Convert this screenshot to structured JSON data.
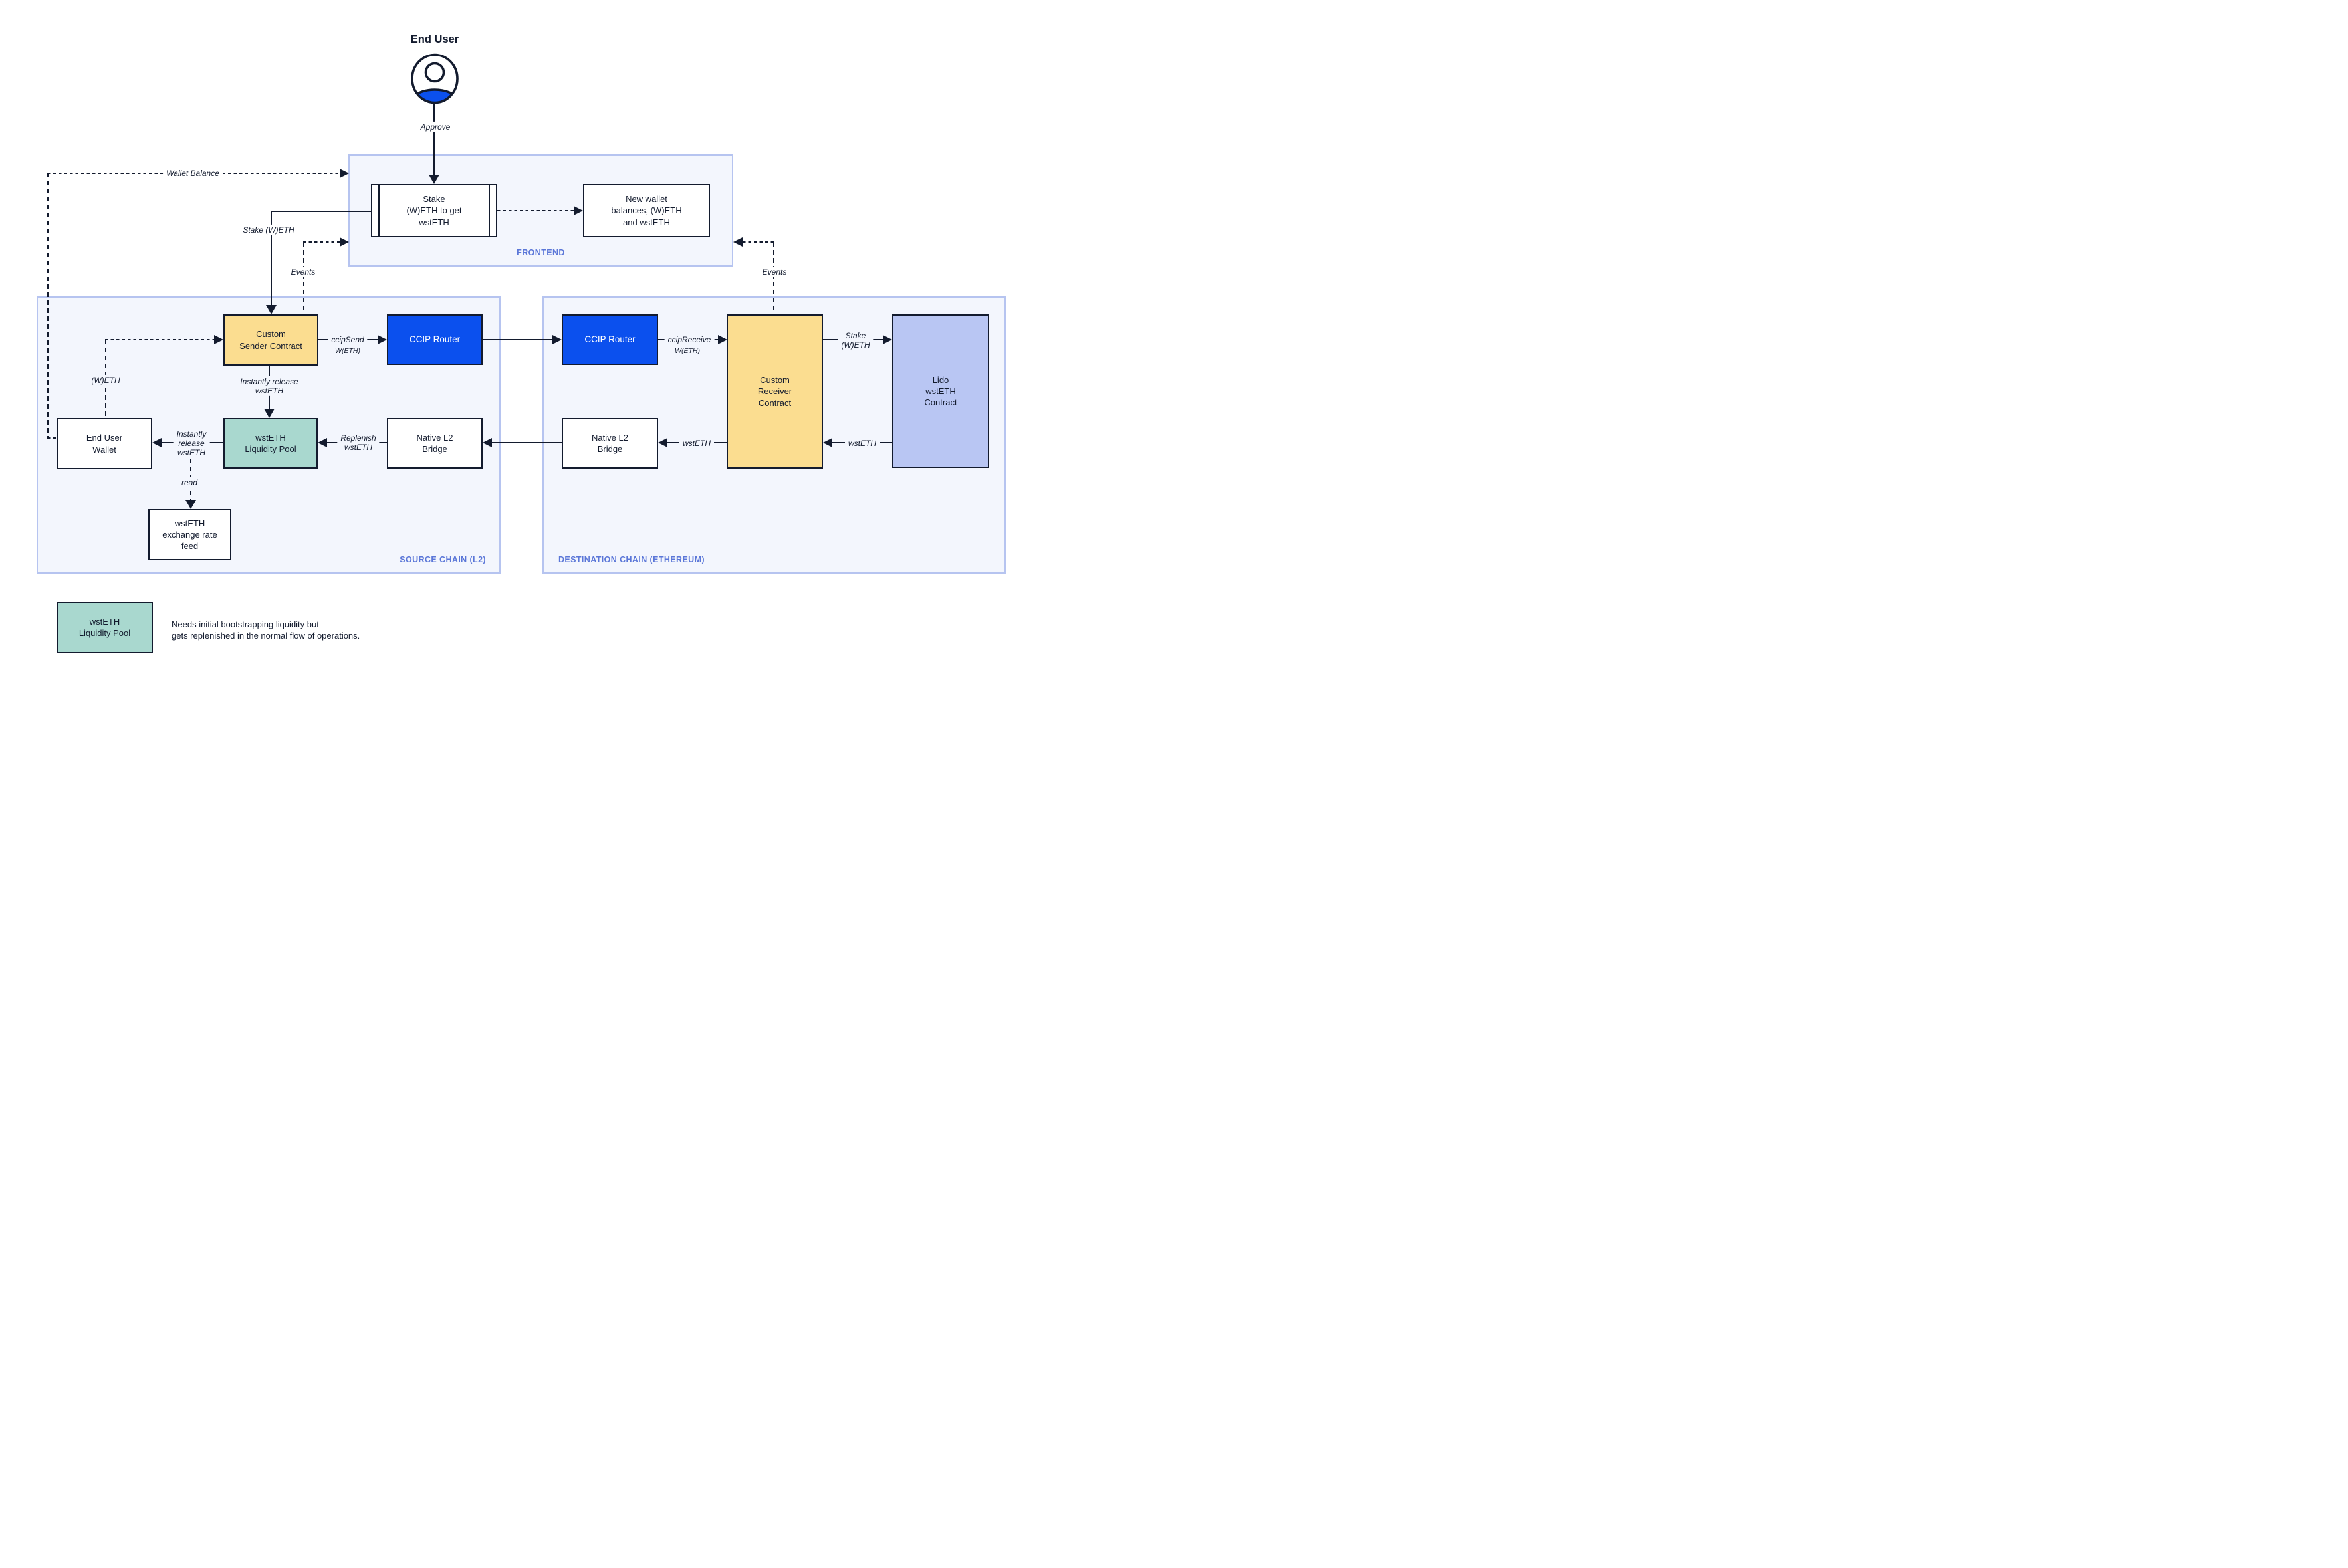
{
  "end_user": {
    "title": "End User",
    "approve": "Approve"
  },
  "containers": {
    "frontend": "FRONTEND",
    "source": "SOURCE CHAIN (L2)",
    "destination": "DESTINATION CHAIN (ETHEREUM)"
  },
  "nodes": {
    "stake": "Stake\n(W)ETH to get\nwstETH",
    "new_wallet": "New wallet\nbalances, (W)ETH\nand wstETH",
    "sender": "Custom\nSender Contract",
    "ccip_router_source": "CCIP Router",
    "ccip_router_dest": "CCIP Router",
    "receiver": "Custom\nReceiver\nContract",
    "lido": "Lido\nwstETH\nContract",
    "wallet": "End User\nWallet",
    "pool": "wstETH\nLiquidity Pool",
    "bridge_source": "Native L2\nBridge",
    "bridge_dest": "Native L2\nBridge",
    "feed": "wstETH\nexchange rate\nfeed"
  },
  "edges": {
    "wallet_balance": "Wallet Balance",
    "stake_weth": "Stake (W)ETH",
    "events_source": "Events",
    "events_dest": "Events",
    "ccip_send": "ccipSend",
    "ccip_send_token": "W(ETH)",
    "ccip_receive": "ccipReceive",
    "ccip_receive_token": "W(ETH)",
    "stake_weth_dest": "Stake\n(W)ETH",
    "instantly_release": "Instantly release\nwstETH",
    "instantly_release_wallet": "Instantly\nrelease\nwstETH",
    "weth": "(W)ETH",
    "replenish": "Replenish\nwstETH",
    "wsteth_to_bridge": "wstETH",
    "wsteth_to_receiver": "wstETH",
    "read": "read"
  },
  "legend": {
    "box_label": "wstETH\nLiquidity Pool",
    "note": "Needs initial bootstrapping liquidity but\ngets replenished in the normal flow of operations."
  },
  "colors": {
    "ink": "#131b2e",
    "accent_blue": "#0b50ee",
    "yellow": "#fbdd90",
    "teal": "#a9d8cf",
    "lavender": "#b9c6f3",
    "container_bg": "#f3f6fd",
    "container_border": "#b6c4f0",
    "label_blue": "#5b77d8"
  }
}
